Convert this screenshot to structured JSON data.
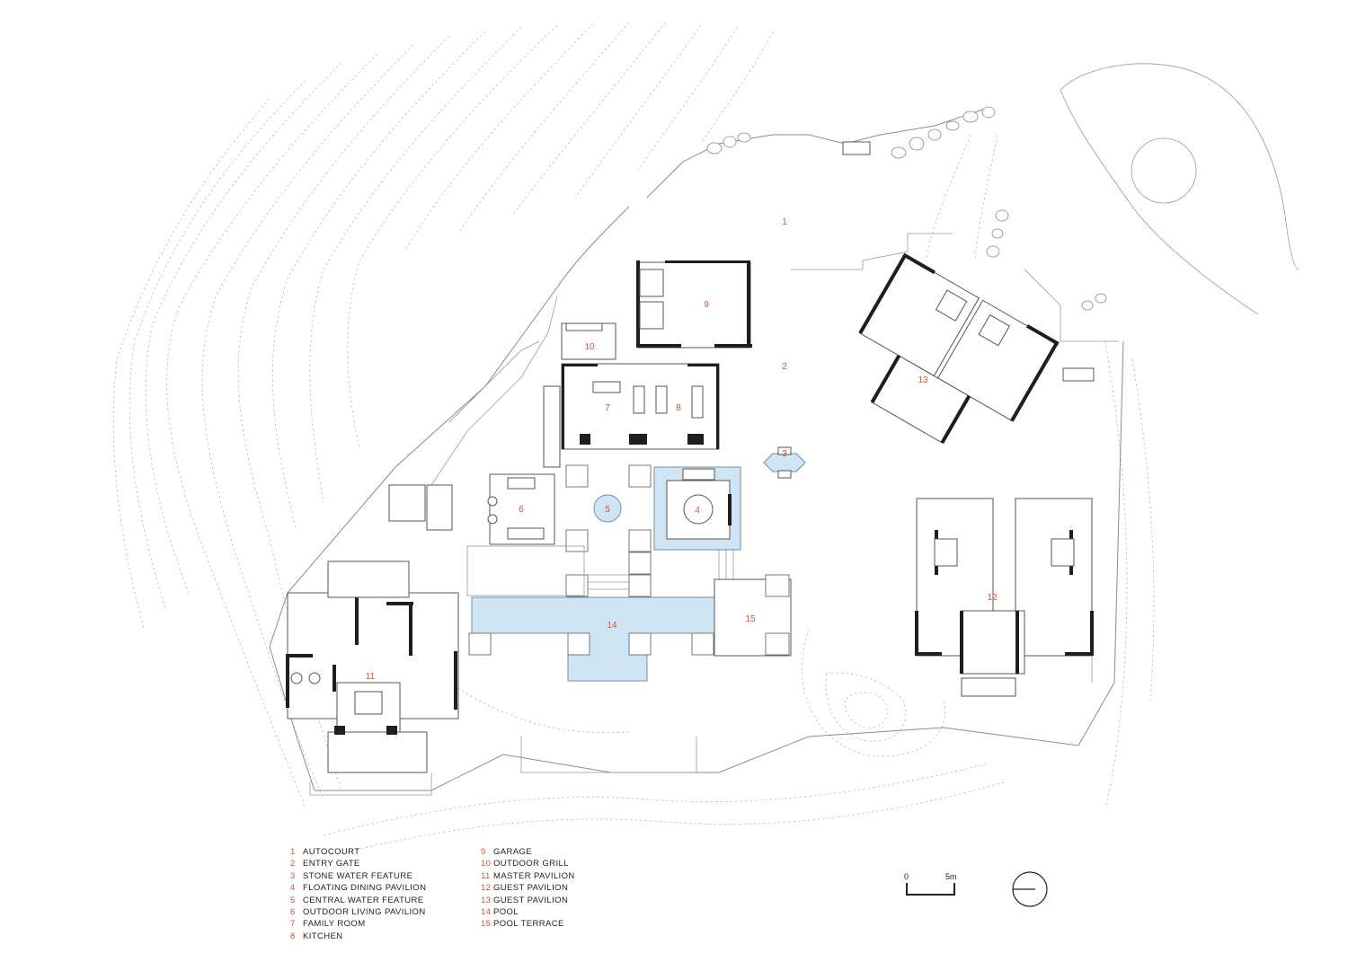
{
  "rooms": [
    {
      "n": "1",
      "label": "AUTOCOURT"
    },
    {
      "n": "2",
      "label": "ENTRY GATE"
    },
    {
      "n": "3",
      "label": "STONE WATER FEATURE"
    },
    {
      "n": "4",
      "label": "FLOATING DINING PAVILION"
    },
    {
      "n": "5",
      "label": "CENTRAL WATER FEATURE"
    },
    {
      "n": "6",
      "label": "OUTDOOR LIVING PAVILION"
    },
    {
      "n": "7",
      "label": "FAMILY ROOM"
    },
    {
      "n": "8",
      "label": "KITCHEN"
    },
    {
      "n": "9",
      "label": "GARAGE"
    },
    {
      "n": "10",
      "label": "OUTDOOR GRILL"
    },
    {
      "n": "11",
      "label": "MASTER PAVILION"
    },
    {
      "n": "12",
      "label": "GUEST PAVILION"
    },
    {
      "n": "13",
      "label": "GUEST PAVILION"
    },
    {
      "n": "14",
      "label": "POOL"
    },
    {
      "n": "15",
      "label": "POOL TERRACE"
    }
  ],
  "scale": {
    "start": "0",
    "end": "5m"
  },
  "colors": {
    "number": "#d9532b",
    "pool": "#cfe5f3",
    "wall": "#1e1e1e"
  },
  "north_arrow": "north-arrow-icon"
}
